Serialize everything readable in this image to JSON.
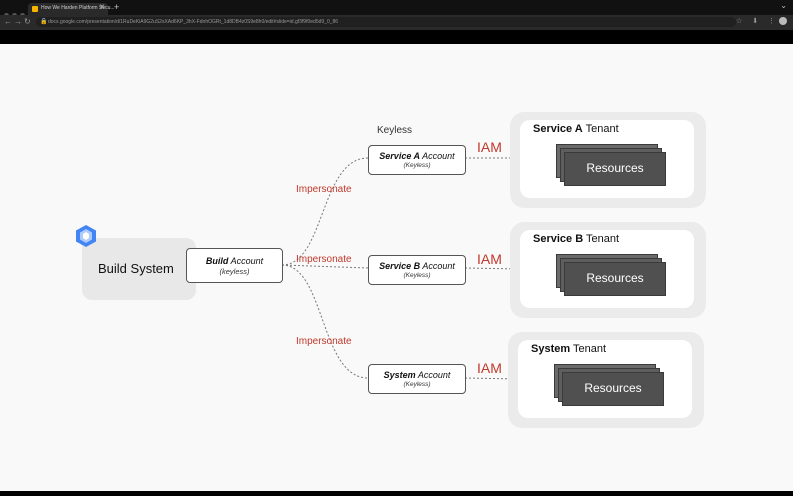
{
  "browser": {
    "tab_title": "How We Harden Platform Secu...",
    "tab_close": "✕",
    "new_tab": "+",
    "window_controls": "⌄",
    "nav": {
      "back": "←",
      "forward": "→",
      "reload": "↻"
    },
    "lock": "🔒",
    "url": "docs.google.com/presentation/d/1RuDeKiA9G2uS2sXAd6KP_3hX-FdnhOGRt_1d8DB4z0S9e8h0/edit#slide=id.gf3f9f0ed5d9_0_86",
    "toolbar_icons": "☆ ⬇ ⋮"
  },
  "diagram": {
    "build_system": {
      "label": "Build System"
    },
    "build_account": {
      "name_bold": "Build",
      "name_rest": " Account",
      "sub": "(keyless)"
    },
    "keyless_label": "Keyless",
    "impersonate": [
      "Impersonate",
      "Impersonate",
      "Impersonate"
    ],
    "accounts": [
      {
        "name_bold": "Service A",
        "name_rest": " Account",
        "sub": "(Keyless)"
      },
      {
        "name_bold": "Service B",
        "name_rest": " Account",
        "sub": "(Keyless)"
      },
      {
        "name_bold": "System",
        "name_rest": " Account",
        "sub": "(Keyless)"
      }
    ],
    "iam": [
      "IAM",
      "IAM",
      "IAM"
    ],
    "tenants": [
      {
        "title_bold": "Service A",
        "title_rest": " Tenant",
        "resources": "Resources"
      },
      {
        "title_bold": "Service B",
        "title_rest": " Tenant",
        "resources": "Resources"
      },
      {
        "title_bold": "System",
        "title_rest": " Tenant",
        "resources": "Resources"
      }
    ],
    "colors": {
      "accent_red": "#c0392b",
      "resource_gray": "#555555",
      "gcp_blue": "#4285f4"
    }
  }
}
